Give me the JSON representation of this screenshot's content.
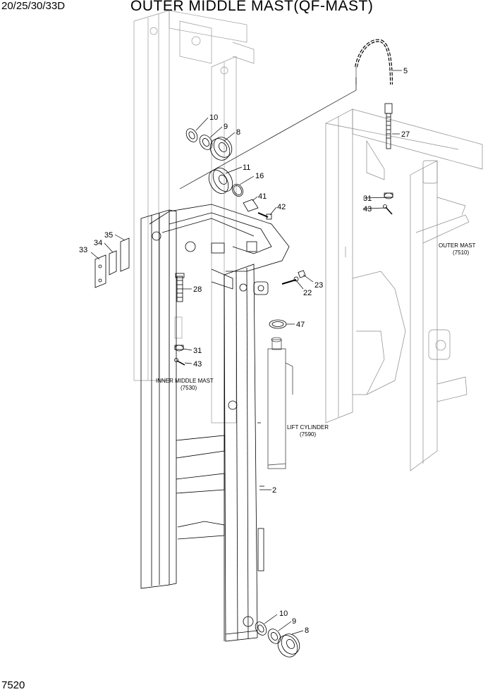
{
  "header": {
    "model": "20/25/30/33D",
    "title": "OUTER MIDDLE MAST(QF-MAST)"
  },
  "footer": {
    "page_number": "7520"
  },
  "callouts": {
    "c5": "5",
    "c27": "27",
    "c10a": "10",
    "c9a": "9",
    "c8a": "8",
    "c11": "11",
    "c16": "16",
    "c41": "41",
    "c42": "42",
    "c31a": "31",
    "c43a": "43",
    "c35": "35",
    "c34": "34",
    "c33": "33",
    "c28": "28",
    "c23": "23",
    "c22": "22",
    "c47": "47",
    "c31b": "31",
    "c43b": "43",
    "c2": "2",
    "c10b": "10",
    "c9b": "9",
    "c8b": "8"
  },
  "assemblies": {
    "outer_mast": {
      "name": "OUTER MAST",
      "code": "(7510)"
    },
    "inner_middle_mast": {
      "name": "INNER MIDDLE MAST",
      "code": "(7530)"
    },
    "lift_cylinder": {
      "name": "LIFT CYLINDER",
      "code": "(7590)"
    }
  }
}
